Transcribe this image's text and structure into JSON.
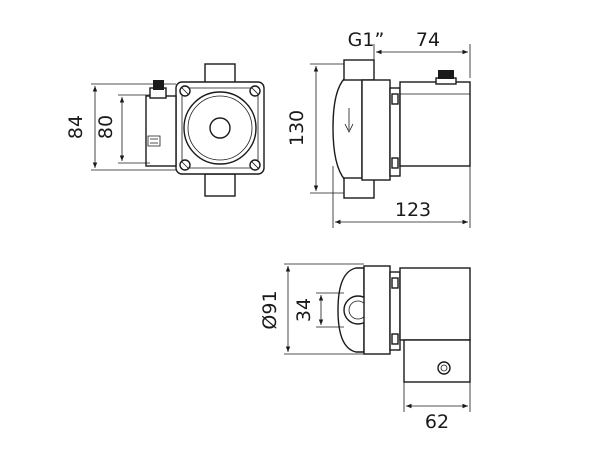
{
  "dimensions": {
    "front_height_outer": "84",
    "front_height_inner": "80",
    "side_thread": "G1”",
    "side_depth_top": "74",
    "side_height": "130",
    "side_length": "123",
    "bottom_diameter": "Ø91",
    "bottom_port": "34",
    "bottom_width": "62"
  },
  "colors": {
    "line": "#1a1a1a",
    "background": "#ffffff"
  }
}
